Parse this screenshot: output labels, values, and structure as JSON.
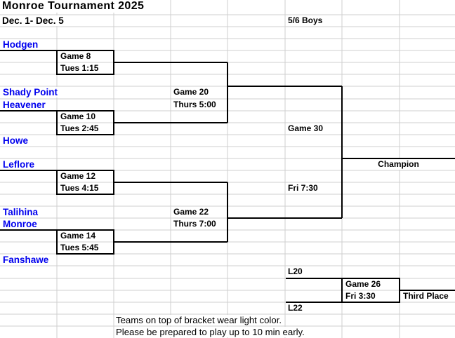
{
  "header": {
    "title": "Monroe Tournament 2025",
    "date_range": "Dec. 1- Dec. 5",
    "division": "5/6 Boys"
  },
  "teams": [
    "Hodgen",
    "Shady Point",
    "Heavener",
    "Howe",
    "Leflore",
    "Talihina",
    "Monroe",
    "Fanshawe"
  ],
  "round1": [
    {
      "game": "Game 8",
      "time": "Tues 1:15"
    },
    {
      "game": "Game 10",
      "time": "Tues 2:45"
    },
    {
      "game": "Game 12",
      "time": "Tues 4:15"
    },
    {
      "game": "Game 14",
      "time": "Tues 5:45"
    }
  ],
  "semifinals": [
    {
      "game": "Game 20",
      "time": "Thurs 5:00"
    },
    {
      "game": "Game 22",
      "time": "Thurs 7:00"
    }
  ],
  "final": {
    "game": "Game 30",
    "time": "Fri 7:30",
    "result_label": "Champion"
  },
  "third_place": {
    "top_seed": "L20",
    "bottom_seed": "L22",
    "game": "Game 26",
    "time": "Fri 3:30",
    "result_label": "Third Place"
  },
  "notes": [
    "Teams on top of bracket wear light color.",
    "Please be prepared to play up to 10 min early."
  ],
  "colors": {
    "team_name": "#0000ee",
    "text": "#000000",
    "gridline": "#cfcfcf",
    "bracket_line": "#000000",
    "background": "#ffffff"
  }
}
